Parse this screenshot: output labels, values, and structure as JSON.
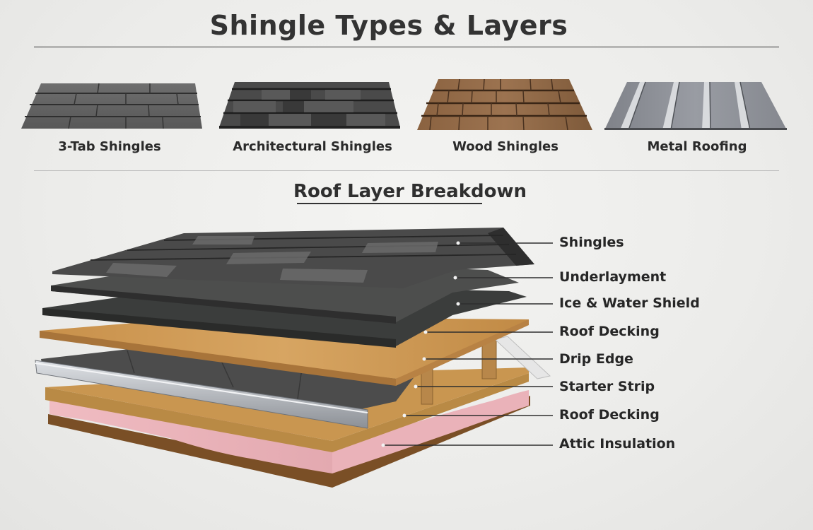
{
  "header": {
    "title": "Shingle Types & Layers"
  },
  "shingle_types": [
    {
      "label": "3-Tab Shingles",
      "icon": "three-tab-shingle-swatch",
      "color": "#5e5e5e"
    },
    {
      "label": "Architectural Shingles",
      "icon": "architectural-shingle-swatch",
      "color": "#454545"
    },
    {
      "label": "Wood Shingles",
      "icon": "wood-shingle-swatch",
      "color": "#8a6440"
    },
    {
      "label": "Metal Roofing",
      "icon": "metal-roofing-swatch",
      "color": "#8e9096"
    }
  ],
  "breakdown": {
    "title": "Roof Layer Breakdown",
    "layers": [
      {
        "label": "Shingles"
      },
      {
        "label": "Underlayment"
      },
      {
        "label": "Ice & Water Shield"
      },
      {
        "label": "Roof Decking"
      },
      {
        "label": "Drip Edge"
      },
      {
        "label": "Starter Strip"
      },
      {
        "label": "Roof Decking"
      },
      {
        "label": "Attic Insulation"
      }
    ]
  },
  "colors": {
    "text": "#2a2a2a",
    "shingle_dark": "#3c3c3c",
    "shingle_mid": "#5a5a5a",
    "wood": "#c9934a",
    "metal": "#b8bcc2",
    "insulation": "#eab3ba",
    "leader_line": "#2e2e2e"
  }
}
